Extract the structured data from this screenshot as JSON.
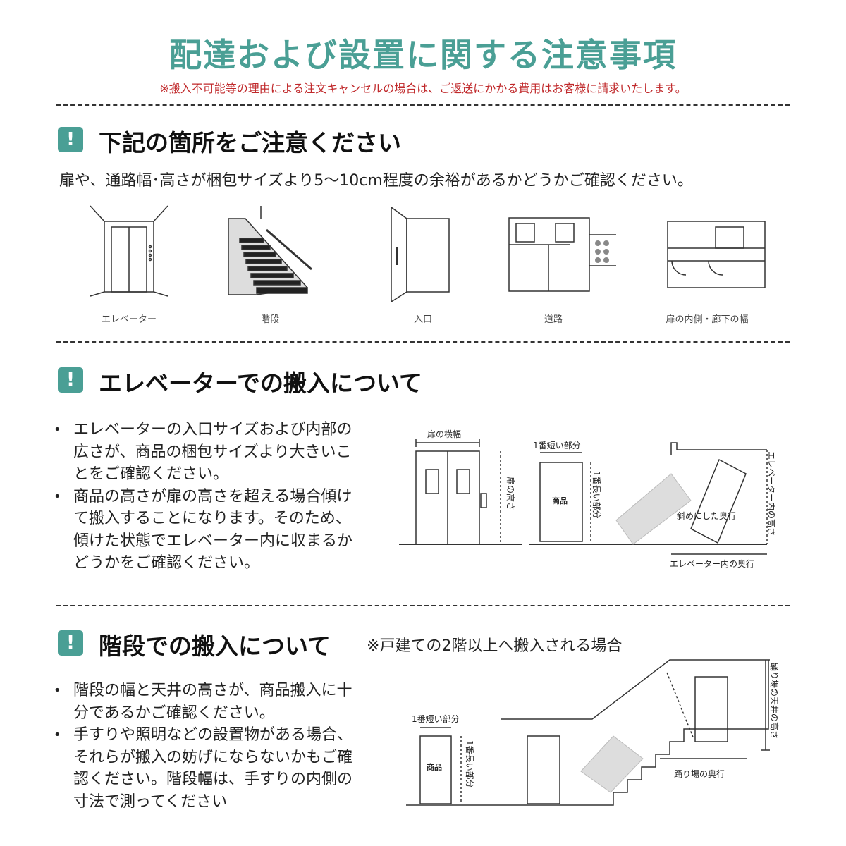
{
  "title": "配達および設置に関する注意事項",
  "notice": "※搬入不可能等の理由による注文キャンセルの場合は、ご返送にかかる費用はお客様に請求いたします。",
  "icon_glyph": "!",
  "accent_color": "#4a9f95",
  "notice_color": "#c0292b",
  "section1": {
    "title": "下記の箇所をご注意ください",
    "lead": "扉や、通路幅･高さが梱包サイズより5～10cm程度の余裕があるかどうかご確認ください。",
    "items": [
      "エレベーター",
      "階段",
      "入口",
      "道路",
      "扉の内側・廊下の幅"
    ]
  },
  "section2": {
    "title": "エレベーターでの搬入について",
    "bullets": [
      "エレベーターの入口サイズおよび内部の広さが、商品の梱包サイズより大きいことをご確認ください。",
      "商品の高さが扉の高さを超える場合傾けて搬入することになります。そのため、傾けた状態でエレベーター内に収まるかどうかをご確認ください。"
    ],
    "diagram": {
      "door_width": "扉の横幅",
      "door_height": "扉の高さ",
      "shortest": "1番短い部分",
      "product": "商品",
      "longest": "1番長い部分",
      "diagonal": "斜めにした奥行",
      "elevator_height": "エレベーター内の高さ",
      "elevator_depth": "エレベーター内の奥行"
    }
  },
  "section3": {
    "title": "階段での搬入について",
    "note": "※戸建ての2階以上へ搬入される場合",
    "bullets": [
      "階段の幅と天井の高さが、商品搬入に十分であるかご確認ください。",
      "手すりや照明などの設置物がある場合、それらが搬入の妨げにならないかもご確認ください。階段幅は、手すりの内側の寸法で測ってください"
    ],
    "diagram": {
      "shortest": "1番短い部分",
      "product": "商品",
      "longest": "1番長い部分",
      "landing_ceiling": "踊り場の天井の高さ",
      "landing_depth": "踊り場の奥行"
    }
  }
}
